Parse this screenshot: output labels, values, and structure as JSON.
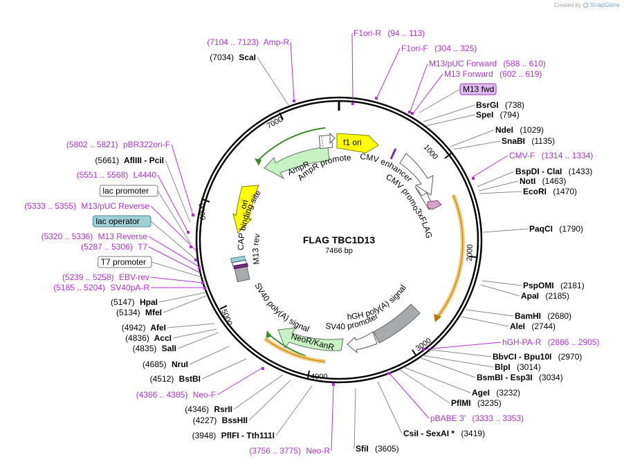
{
  "credit": {
    "prefix": "Created by",
    "brand": "SnapGene"
  },
  "center": {
    "name": "FLAG TBC1D13",
    "length": "7466 bp"
  },
  "colors": {
    "enzyme": "#000000",
    "primer": "#b030d0",
    "leader": "#888888",
    "backbone": "#000000"
  },
  "ticks": [
    "1000",
    "2000",
    "3000",
    "4000",
    "5000",
    "6000",
    "7000"
  ],
  "right_labels": [
    {
      "kind": "box",
      "text": "M13 fwd",
      "fill": "#e0b8f0",
      "stroke": "#9040b0"
    },
    {
      "kind": "enzyme",
      "name": "BsrGI",
      "pos": "(738)"
    },
    {
      "kind": "enzyme",
      "name": "SpeI",
      "pos": "(794)"
    },
    {
      "kind": "enzyme",
      "name": "NdeI",
      "pos": "(1029)"
    },
    {
      "kind": "enzyme",
      "name": "SnaBI",
      "pos": "(1135)"
    },
    {
      "kind": "primer",
      "name": "CMV-F",
      "pos": "(1314 .. 1334)"
    },
    {
      "kind": "enzyme",
      "name": "BspDI",
      "extra": "ClaI",
      "pos": "(1433)"
    },
    {
      "kind": "enzyme",
      "name": "NotI",
      "pos": "(1463)"
    },
    {
      "kind": "enzyme",
      "name": "EcoRI",
      "pos": "(1470)"
    },
    {
      "kind": "enzyme",
      "name": "PaqCI",
      "pos": "(1790)"
    },
    {
      "kind": "enzyme",
      "name": "PspOMI",
      "pos": "(2181)"
    },
    {
      "kind": "enzyme",
      "name": "ApaI",
      "pos": "(2185)"
    },
    {
      "kind": "enzyme",
      "name": "BamHI",
      "pos": "(2680)"
    },
    {
      "kind": "enzyme",
      "name": "AleI",
      "pos": "(2744)"
    },
    {
      "kind": "primer",
      "name": "hGH-PA-R",
      "pos": "(2886 .. 2905)"
    },
    {
      "kind": "enzyme",
      "name": "BbvCI",
      "extra": "Bpu10I",
      "pos": "(2970)"
    },
    {
      "kind": "enzyme",
      "name": "BlpI",
      "pos": "(3014)"
    },
    {
      "kind": "enzyme",
      "name": "BsmBI",
      "extra": "Esp3I",
      "pos": "(3034)"
    },
    {
      "kind": "enzyme",
      "name": "AgeI",
      "pos": "(3232)"
    },
    {
      "kind": "enzyme",
      "name": "PflMI",
      "pos": "(3235)"
    },
    {
      "kind": "primer",
      "name": "pBABE 3'",
      "pos": "(3333 .. 3353)"
    },
    {
      "kind": "enzyme",
      "name": "CsiI",
      "extra": "SexAI *",
      "pos": "(3419)"
    },
    {
      "kind": "enzyme",
      "name": "SfiI",
      "pos": "(3605)"
    }
  ],
  "top_labels": [
    {
      "kind": "primer",
      "name": "F1ori-R",
      "pos": "(94 .. 113)"
    },
    {
      "kind": "primer",
      "name": "F1ori-F",
      "pos": "(304 .. 325)"
    },
    {
      "kind": "primer",
      "name": "M13/pUC Forward",
      "pos": "(588 .. 610)"
    },
    {
      "kind": "primer",
      "name": "M13 Forward",
      "pos": "(602 .. 619)"
    }
  ],
  "left_labels": [
    {
      "kind": "primer",
      "name": "Amp-R",
      "pos": "(7104 .. 7123)"
    },
    {
      "kind": "enzyme",
      "name": "ScaI",
      "pos": "(7034)"
    },
    {
      "kind": "primer",
      "name": "pBR322ori-F",
      "pos": "(5802 .. 5821)"
    },
    {
      "kind": "enzyme",
      "name": "AflIII",
      "extra": "PciI",
      "pos": "(5661)"
    },
    {
      "kind": "primer",
      "name": "L4440",
      "pos": "(5551 .. 5568)"
    },
    {
      "kind": "box",
      "text": "lac promoter",
      "fill": "#ffffff",
      "stroke": "#777777"
    },
    {
      "kind": "primer",
      "name": "M13/pUC Reverse",
      "pos": "(5333 .. 5355)"
    },
    {
      "kind": "box",
      "text": "lac operator",
      "fill": "#9ed0d8",
      "stroke": "#4a8a95"
    },
    {
      "kind": "primer",
      "name": "M13 Reverse",
      "pos": "(5320 .. 5336)"
    },
    {
      "kind": "primer",
      "name": "T7",
      "pos": "(5287 .. 5306)"
    },
    {
      "kind": "box",
      "text": "T7 promoter",
      "fill": "#ffffff",
      "stroke": "#777777"
    },
    {
      "kind": "primer",
      "name": "EBV-rev",
      "pos": "(5239 .. 5258)"
    },
    {
      "kind": "primer",
      "name": "SV40pA-R",
      "pos": "(5185 .. 5204)"
    },
    {
      "kind": "enzyme",
      "name": "HpaI",
      "pos": "(5147)"
    },
    {
      "kind": "enzyme",
      "name": "MfeI",
      "pos": "(5134)"
    },
    {
      "kind": "enzyme",
      "name": "AfeI",
      "pos": "(4942)"
    },
    {
      "kind": "enzyme",
      "name": "AccI",
      "pos": "(4836)"
    },
    {
      "kind": "enzyme",
      "name": "SalI",
      "pos": "(4835)"
    },
    {
      "kind": "enzyme",
      "name": "NruI",
      "pos": "(4685)"
    },
    {
      "kind": "enzyme",
      "name": "BstBI",
      "pos": "(4512)"
    },
    {
      "kind": "primer",
      "name": "Neo-F",
      "pos": "(4366 .. 4385)"
    },
    {
      "kind": "enzyme",
      "name": "RsrII",
      "pos": "(4346)"
    },
    {
      "kind": "enzyme",
      "name": "BssHII",
      "pos": "(4227)"
    },
    {
      "kind": "enzyme",
      "name": "PflFI",
      "extra": "Tth111I",
      "pos": "(3948)"
    },
    {
      "kind": "primer",
      "name": "Neo-R",
      "pos": "(3756 .. 3775)"
    }
  ],
  "features": [
    {
      "name": "f1 ori",
      "fill": "#ffff00",
      "stroke": "#808000"
    },
    {
      "name": "AmpR",
      "fill": "#c8f2c4",
      "stroke": "#5a7a5a"
    },
    {
      "name": "ori",
      "fill": "#ffff00",
      "stroke": "#808000"
    },
    {
      "name": "CMV enhancer",
      "fill": "#ffffff",
      "stroke": "#555555"
    },
    {
      "name": "CMV promoter",
      "fill": "#ffffff",
      "stroke": "#555555"
    },
    {
      "name": "3xFLAG",
      "fill": "#d9a0c8",
      "stroke": "#7a4a6a"
    },
    {
      "name": "hGH poly(A) signal",
      "fill": "#a8aaae",
      "stroke": "#666666"
    },
    {
      "name": "SV40 promoter",
      "fill": "#ffffff",
      "stroke": "#555555"
    },
    {
      "name": "NeoR/KanR",
      "fill": "#c8f2c4",
      "stroke": "#5a7a5a"
    },
    {
      "name": "SV40 poly(A) signal",
      "fill": "#a8aaae",
      "stroke": "#666666"
    }
  ],
  "inner_labels": [
    "AmpR promoter",
    "CAP binding site",
    "M13 rev"
  ]
}
